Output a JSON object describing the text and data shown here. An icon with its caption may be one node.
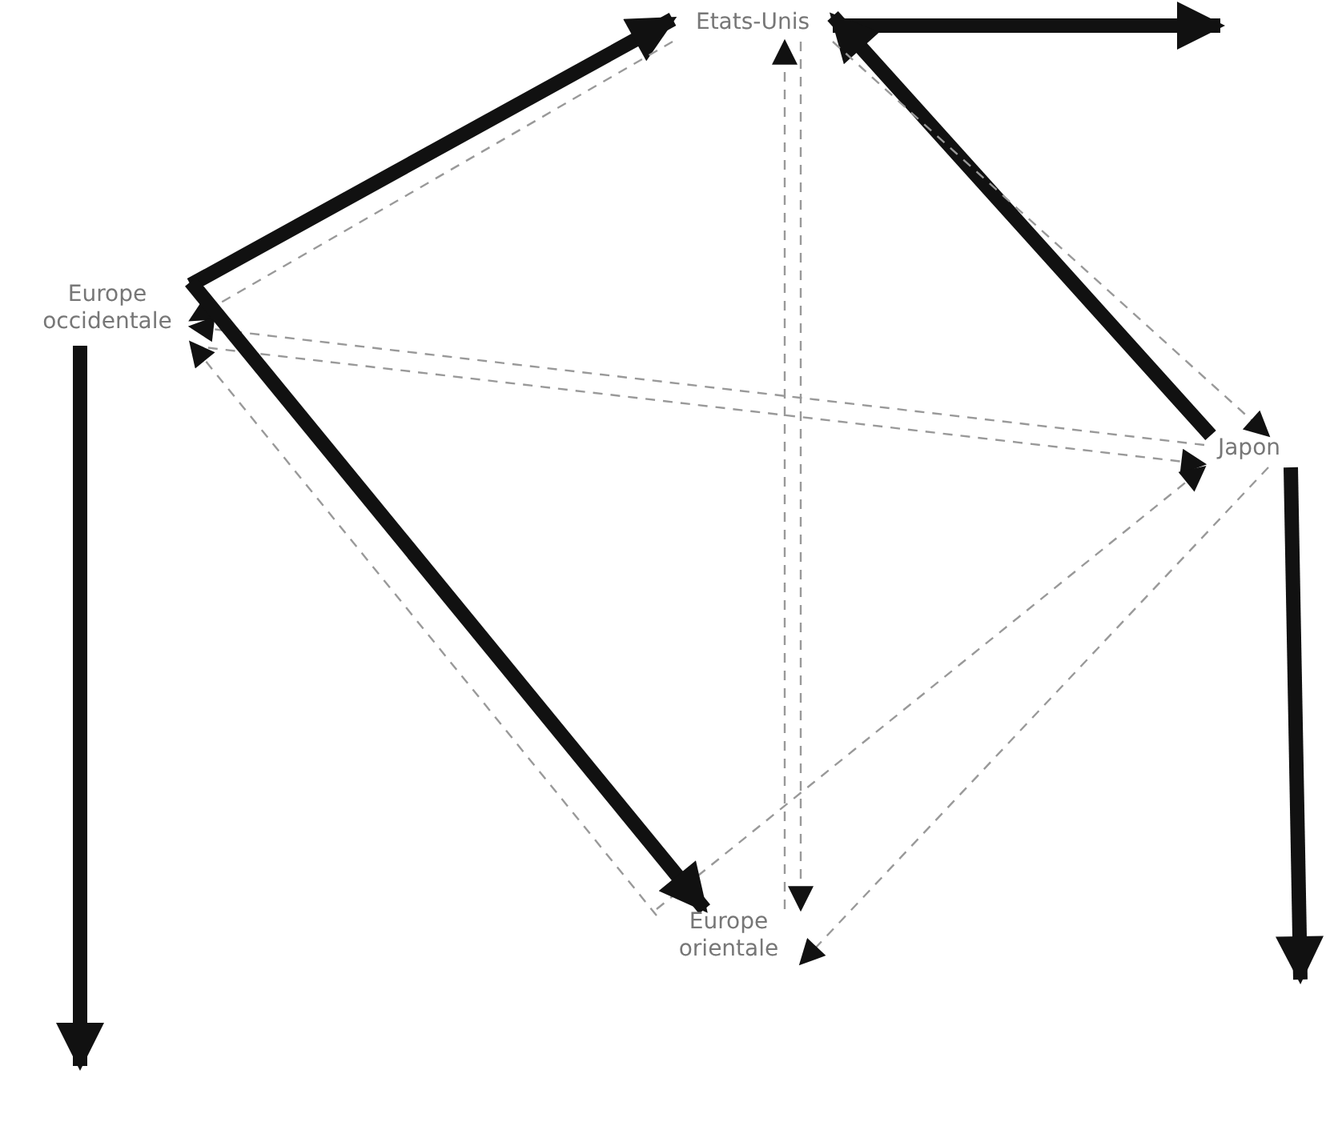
{
  "diagram": {
    "nodes": [
      {
        "text": [
          "Etats-Unis"
        ]
      },
      {
        "text": [
          "Europe occidentale"
        ]
      },
      {
        "text": [
          "Japon"
        ]
      },
      {
        "text": [
          "Europe orientale"
        ]
      }
    ],
    "edges": [
      {
        "from": 0,
        "to": null,
        "arrow": "to",
        "style": "thick",
        "color": "#111111"
      },
      {
        "from": 1,
        "to": 0,
        "arrow": "to",
        "style": "thick",
        "color": "#111111"
      },
      {
        "from": 2,
        "to": 0,
        "arrow": "to",
        "style": "thick",
        "color": "#111111"
      },
      {
        "from": 0,
        "to": 1,
        "arrow": "to",
        "style": "dashed"
      },
      {
        "from": 3,
        "to": 0,
        "arrow": "to",
        "style": "dashed"
      },
      {
        "from": 0,
        "to": 2,
        "arrow": "to",
        "style": "dashed"
      },
      {
        "from": 2,
        "to": 1,
        "arrow": "to",
        "style": "dashed"
      },
      {
        "from": 1,
        "to": 2,
        "arrow": "to",
        "style": "dashed"
      },
      {
        "from": 3,
        "to": 1,
        "arrow": "to",
        "style": "dashed"
      },
      {
        "from": 3,
        "to": 2,
        "arrow": "to",
        "style": "dashed"
      },
      {
        "from": 0,
        "to": 3,
        "arrow": "to",
        "style": "dashed"
      },
      {
        "from": 1,
        "to": 3,
        "arrow": "to",
        "style": "thick",
        "color": "#111111"
      },
      {
        "from": 2,
        "to": 3,
        "arrow": "to",
        "style": "dashed"
      },
      {
        "from": 1,
        "to": null,
        "arrow": "to",
        "style": "thick",
        "color": "#111111"
      },
      {
        "from": 2,
        "to": null,
        "arrow": "to",
        "style": "thick",
        "color": "#111111"
      }
    ]
  }
}
